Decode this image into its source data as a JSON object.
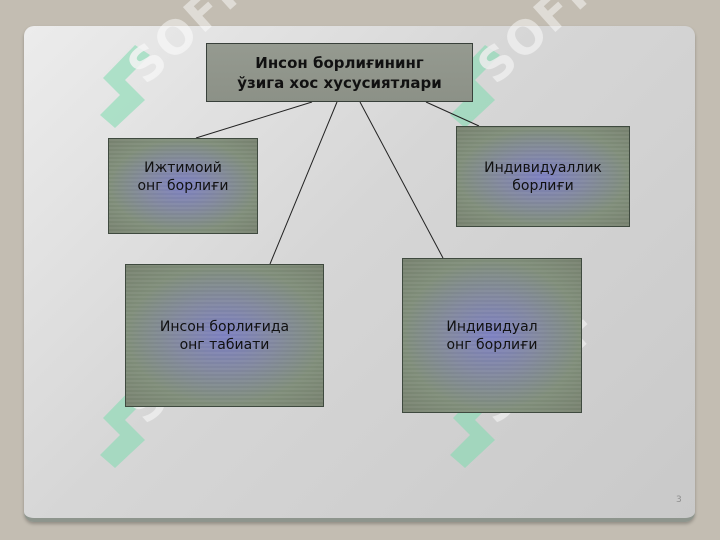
{
  "title": {
    "line1": "Инсон борлиғининг",
    "line2": "ўзига хос хусусиятлари"
  },
  "nodes": {
    "social": {
      "line1": "Ижтимоий",
      "line2": "онг борлиғи"
    },
    "individuality": {
      "line1": "Индивидуаллик",
      "line2": "борлиғи"
    },
    "nature": {
      "line1": "Инсон борлиғида",
      "line2": "онг табиати"
    },
    "individual": {
      "line1": "Индивидуал",
      "line2": "онг борлиғи"
    }
  },
  "watermark_text": "SOFF",
  "page_number": "3",
  "colors": {
    "background": "#c3bdb2",
    "slide": "#dcdcdc",
    "box_border": "#3f4a3f",
    "box_inner": "#7b7fc0",
    "watermark_green": "#7fdcb0"
  }
}
